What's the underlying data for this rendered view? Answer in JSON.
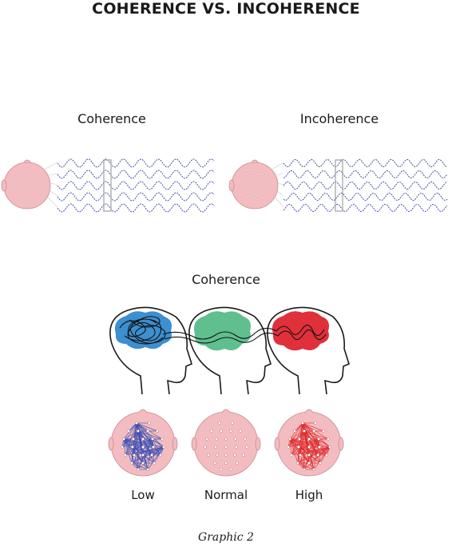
{
  "title": "COHERENCE VS. INCOHERENCE",
  "top_panels": {
    "coherence_label": "Coherence",
    "incoherence_label": "Incoherence"
  },
  "bottom_section": {
    "title": "Coherence",
    "levels": [
      "Low",
      "Normal",
      "High"
    ],
    "colors": {
      "low": "#3a4fb5",
      "normal": "#e8a3a8",
      "high": "#e02a2a",
      "brain_blue": "#3c8fd0",
      "brain_green": "#5fbf8e",
      "brain_red": "#e0303a",
      "scalp": "#f2b9bd",
      "wave": "#2e3fa8"
    }
  },
  "caption": "Graphic 2"
}
